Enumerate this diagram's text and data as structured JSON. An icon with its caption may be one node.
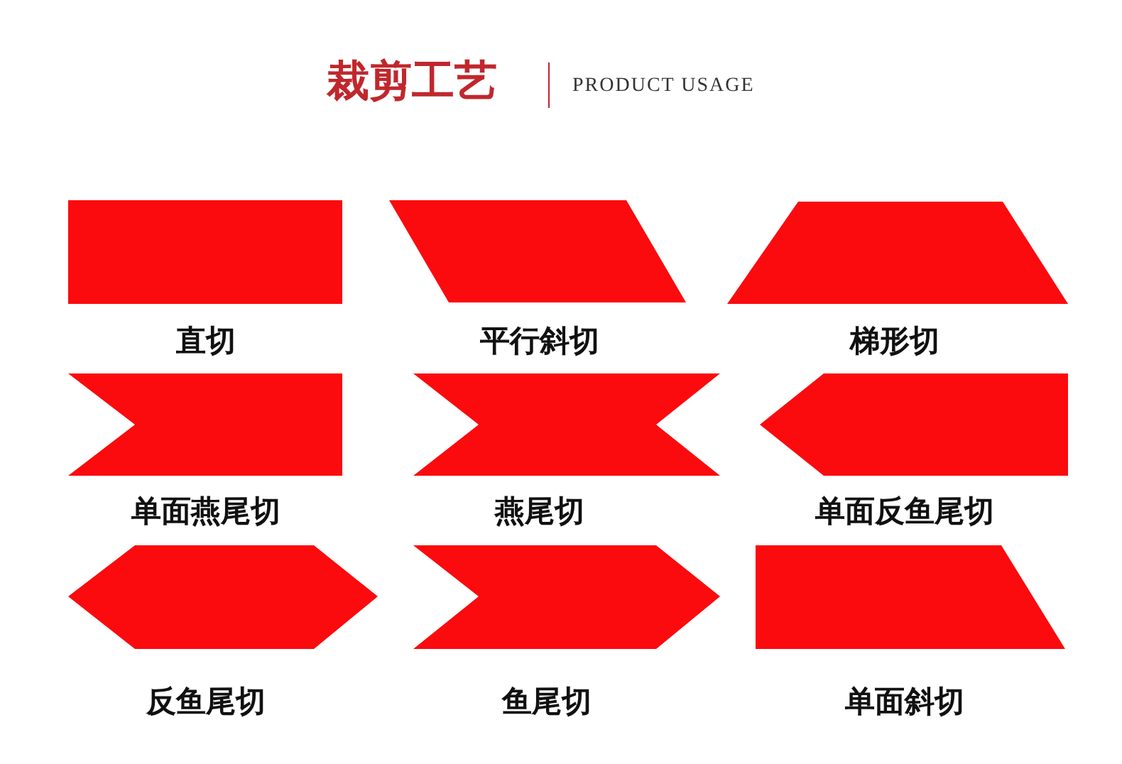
{
  "diagram": {
    "title": "裁剪工艺",
    "labels": [
      "PRODUCT USAGE"
    ],
    "nodes": [
      {
        "text": [
          "直切"
        ]
      },
      {
        "text": [
          "平行斜切"
        ]
      },
      {
        "text": [
          "梯形切"
        ]
      },
      {
        "text": [
          "单面燕尾切"
        ]
      },
      {
        "text": [
          "燕尾切"
        ]
      },
      {
        "text": [
          "单面反鱼尾切"
        ]
      },
      {
        "text": [
          "反鱼尾切"
        ]
      },
      {
        "text": [
          "鱼尾切"
        ]
      },
      {
        "text": [
          "单面斜切"
        ]
      }
    ]
  }
}
